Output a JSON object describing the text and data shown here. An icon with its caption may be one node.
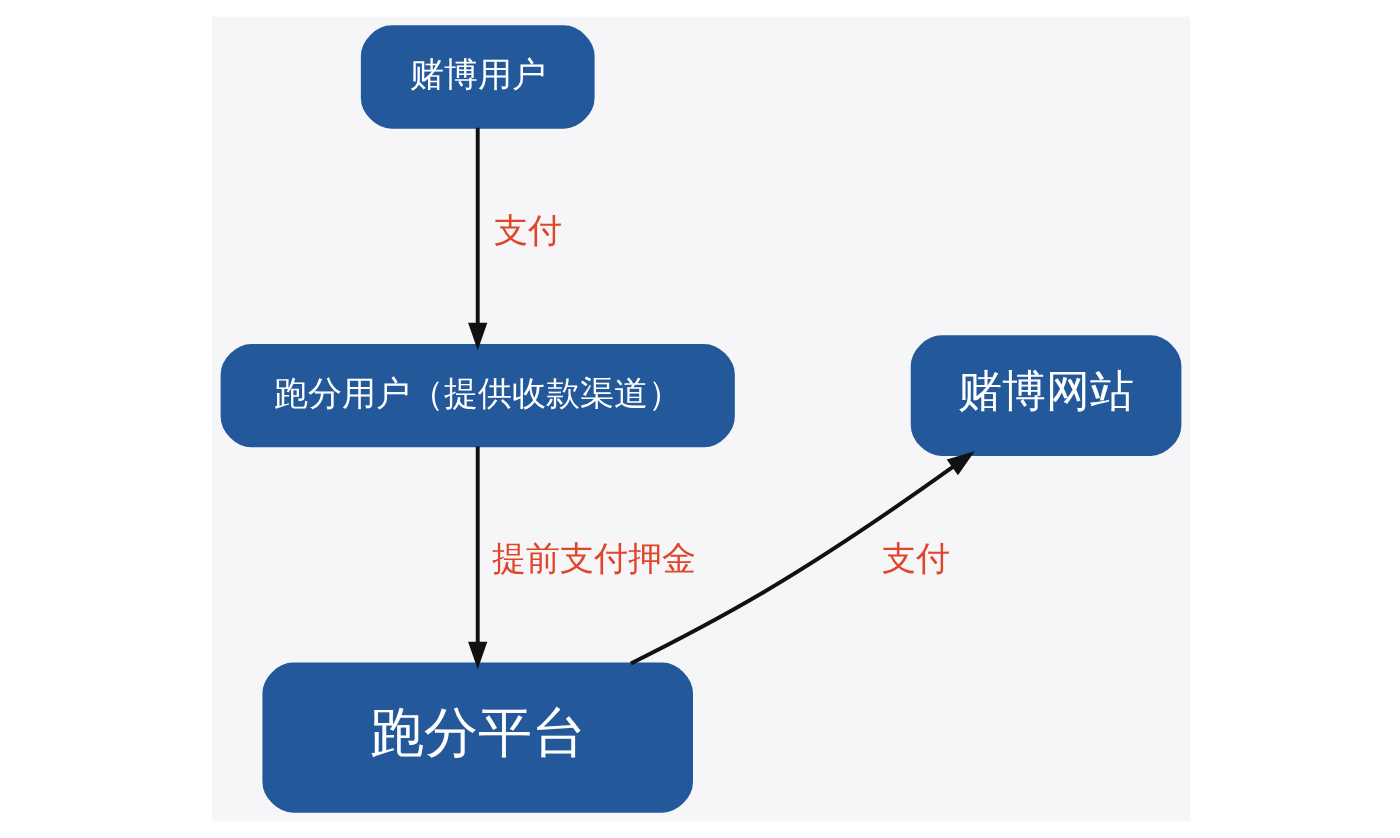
{
  "diagram": {
    "nodes": [
      {
        "text": [
          "赌博用户"
        ]
      },
      {
        "text": [
          "跑分用户（提供收款渠道）"
        ]
      },
      {
        "text": [
          "赌博网站"
        ]
      },
      {
        "text": [
          "跑分平台"
        ]
      }
    ],
    "edges": [
      {
        "from": 0,
        "to": 1,
        "arrow": "to",
        "label": "支付"
      },
      {
        "from": 1,
        "to": 3,
        "arrow": "to",
        "label": "提前支付押金"
      },
      {
        "from": 3,
        "to": 2,
        "arrow": "to",
        "label": "支付"
      }
    ]
  }
}
